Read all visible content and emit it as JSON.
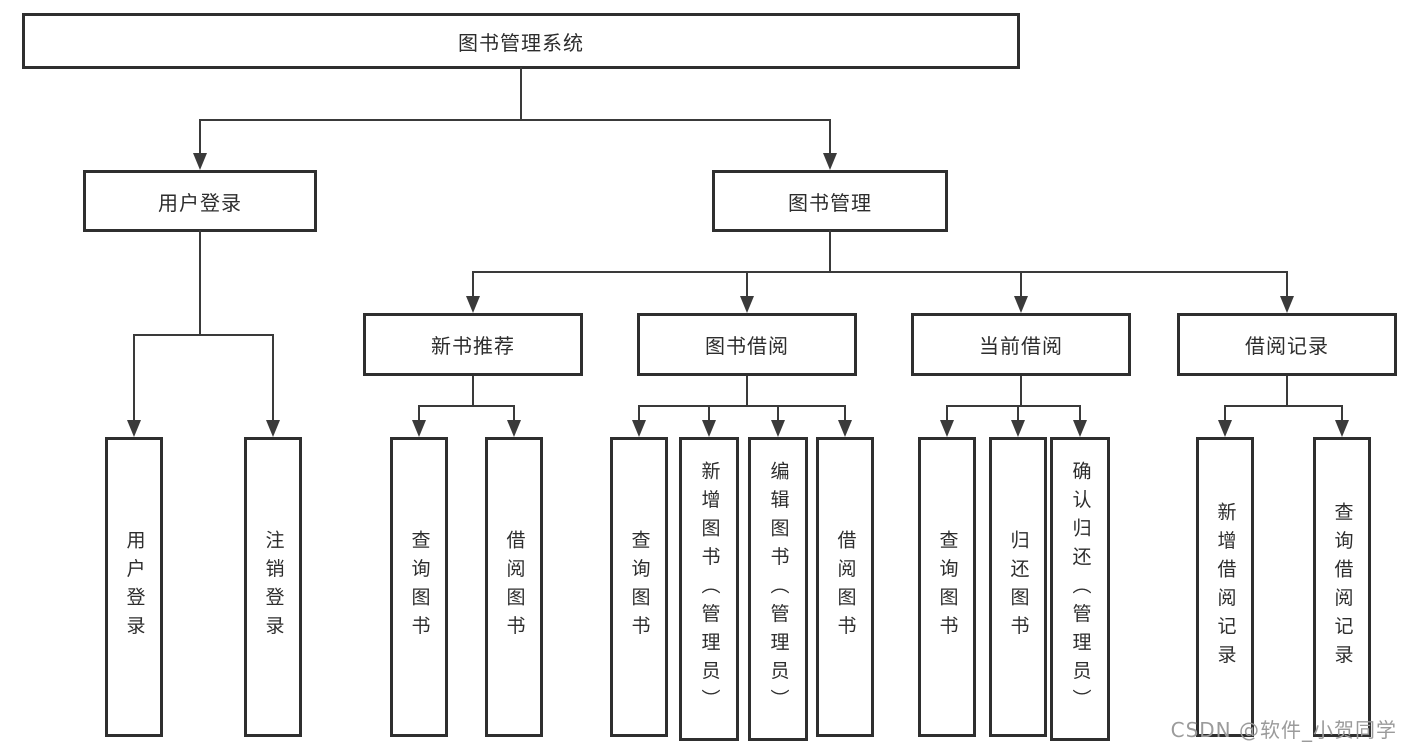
{
  "page": {
    "background": "#ffffff"
  },
  "colors": {
    "line": "#3a3a3a",
    "box_border": "#2f2f2f",
    "text": "#2d2d2d",
    "box_fill": "#ffffff",
    "watermark": "#9b9b9b"
  },
  "watermark": {
    "text": "CSDN @软件_小贺同学"
  },
  "tree": {
    "label": "图书管理系统",
    "children": [
      {
        "label": "用户登录",
        "children": [
          {
            "label": "用户登录"
          },
          {
            "label": "注销登录"
          }
        ]
      },
      {
        "label": "图书管理",
        "children": [
          {
            "label": "新书推荐",
            "children": [
              {
                "label": "查询图书"
              },
              {
                "label": "借阅图书"
              }
            ]
          },
          {
            "label": "图书借阅",
            "children": [
              {
                "label": "查询图书"
              },
              {
                "label": "新增图书（管理员）"
              },
              {
                "label": "编辑图书（管理员）"
              },
              {
                "label": "借阅图书"
              }
            ]
          },
          {
            "label": "当前借阅",
            "children": [
              {
                "label": "查询图书"
              },
              {
                "label": "归还图书"
              },
              {
                "label": "确认归还（管理员）"
              }
            ]
          },
          {
            "label": "借阅记录",
            "children": [
              {
                "label": "新增借阅记录"
              },
              {
                "label": "查询借阅记录"
              }
            ]
          }
        ]
      }
    ]
  }
}
